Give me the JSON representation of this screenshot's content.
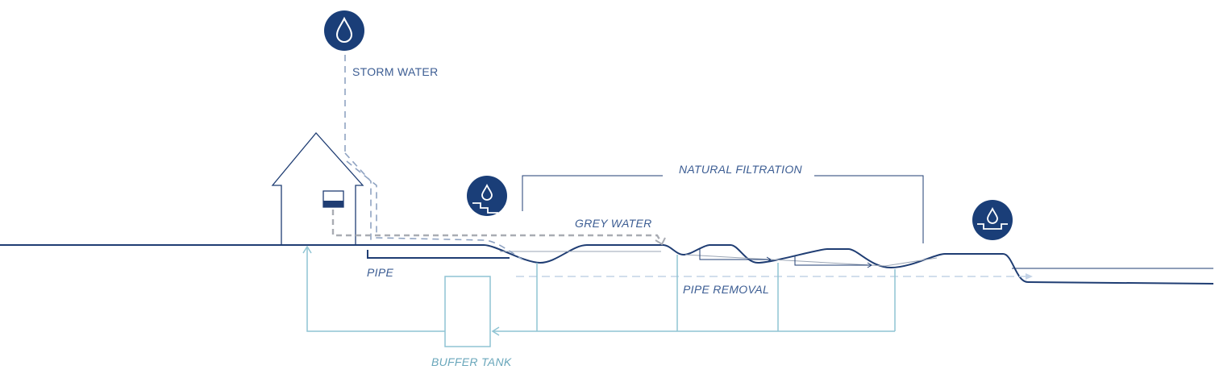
{
  "labels": {
    "storm_water": "STORM WATER",
    "natural_filtration": "NATURAL FILTRATION",
    "grey_water": "GREY WATER",
    "pipe": "PIPE",
    "pipe_removal": "PIPE REMOVAL",
    "buffer_tank": "BUFFER TANK"
  },
  "icons": {
    "storm": "water-drop-icon",
    "grey_water": "drop-over-stairs-icon",
    "outlet": "drop-in-basin-icon"
  },
  "colors": {
    "navy": "#1f3d73",
    "light_blue": "#8fc4d3",
    "grey": "#a9acb3",
    "dashed_blue": "#c4d3e6",
    "label": "#3c5d93"
  }
}
